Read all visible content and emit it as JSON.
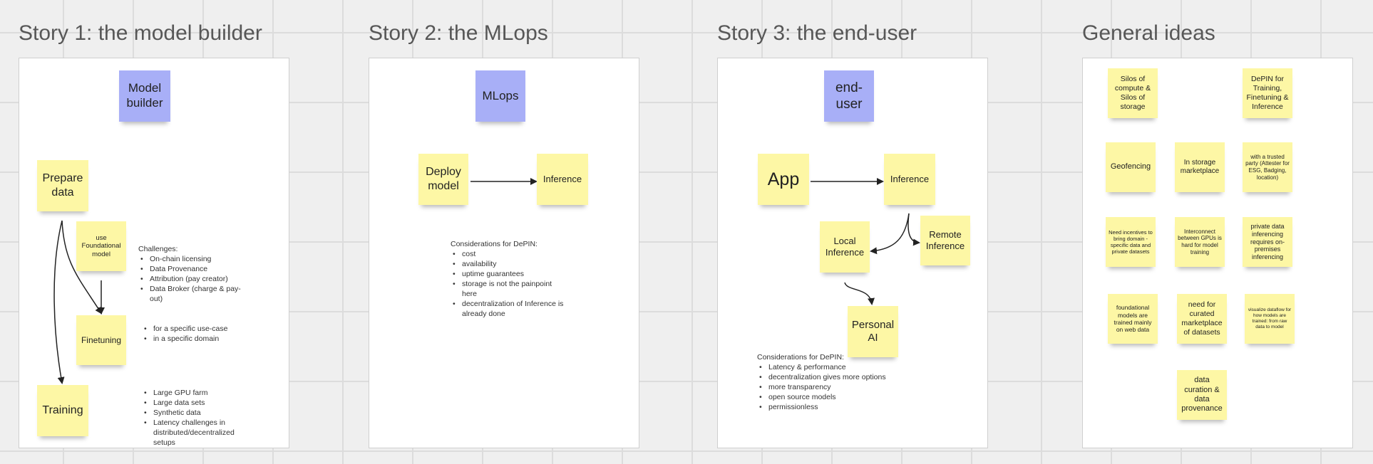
{
  "story1": {
    "title": "Story 1: the model builder",
    "persona": "Model builder",
    "prepare": "Prepare data",
    "foundational": "use Foundational model",
    "finetuning": "Finetuning",
    "training": "Training",
    "challenges_title": "Challenges:",
    "challenges": [
      "On-chain licensing",
      "Data Provenance",
      "Attribution (pay creator)",
      "Data Broker (charge & pay-out)"
    ],
    "finetune_notes": [
      "for a specific use-case",
      "in a specific domain"
    ],
    "training_notes": [
      "Large GPU farm",
      "Large data sets",
      "Synthetic data",
      "Latency challenges in distributed/decentralized setups"
    ]
  },
  "story2": {
    "title": "Story 2: the MLops",
    "persona": "MLops",
    "deploy": "Deploy model",
    "inference": "Inference",
    "considerations_title": "Considerations for DePIN:",
    "considerations": [
      "cost",
      "availability",
      "uptime guarantees",
      "storage is not the painpoint here",
      "decentralization of Inference is already done"
    ]
  },
  "story3": {
    "title": "Story 3: the end-user",
    "persona": "end-user",
    "app": "App",
    "inference": "Inference",
    "local": "Local Inference",
    "remote": "Remote Inference",
    "personal": "Personal AI",
    "considerations_title": "Considerations for DePIN:",
    "considerations": [
      "Latency & performance",
      "decentralization gives more options",
      "more transparency",
      "open source models",
      "permissionless"
    ]
  },
  "general": {
    "title": "General ideas",
    "notes": [
      "Silos of compute & Silos of storage",
      "DePIN for Training, Finetuning & Inference",
      "Geofencing",
      "In storage marketplace",
      "with a trusted party (Attester for ESG, Badging, location)",
      "Need incentives to bring domain -specific data and private datasets",
      "Interconnect between GPUs is hard for model training",
      "private data inferencing requires on-premises inferencing",
      "foundational models are trained mainly on web data",
      "need for curated marketplace of datasets",
      "visualize dataflow for how models are trained: from raw data to model",
      "data curation & data provenance"
    ]
  },
  "colors": {
    "sticky_yellow": "#fdf7a5",
    "sticky_blue": "#a8aff7",
    "frame_bg": "#ffffff",
    "canvas_bg": "#efefef"
  }
}
